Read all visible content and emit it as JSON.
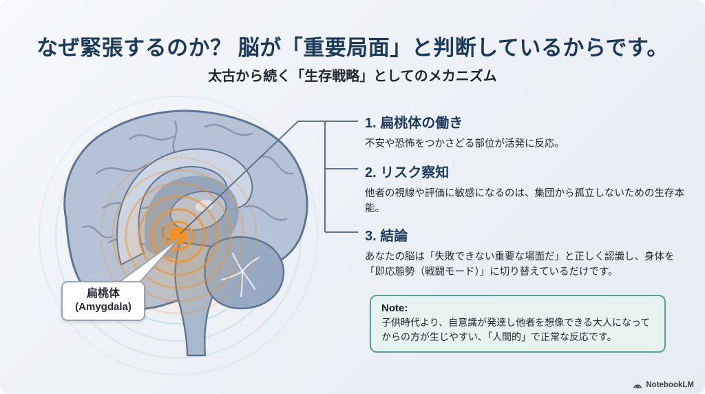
{
  "header": {
    "title": "なぜ緊張するのか？ 脳が「重要局面」と判断しているからです。",
    "subtitle": "太古から続く「生存戦略」としてのメカニズム"
  },
  "diagram": {
    "label_jp": "扁桃体",
    "label_en": "(Amygdala)",
    "highlight_color": "#f78f1e",
    "ripple_orange": "#f29127",
    "ripple_teal": "#8ec9d2",
    "brain_fill": "#b6c3d6",
    "brain_outline": "#5d7494",
    "connector_color": "#5f7187"
  },
  "sections": [
    {
      "number": "1.",
      "heading": "扁桃体の働き",
      "body": "不安や恐怖をつかさどる部位が活発に反応。"
    },
    {
      "number": "2.",
      "heading": "リスク察知",
      "body": "他者の視線や評価に敏感になるのは、集団から孤立しないための生存本能。"
    },
    {
      "number": "3.",
      "heading": "結論",
      "body": "あなたの脳は「失敗できない重要な場面だ」と正しく認識し、身体を「即応態勢（戦闘モード）」に切り替えているだけです。"
    }
  ],
  "note": {
    "label": "Note:",
    "body": "子供時代より、自意識が発達し他者を想像できる大人になってからの方が生じやすい、「人間的」で正常な反応です。"
  },
  "footer": {
    "brand": "NotebookLM"
  }
}
